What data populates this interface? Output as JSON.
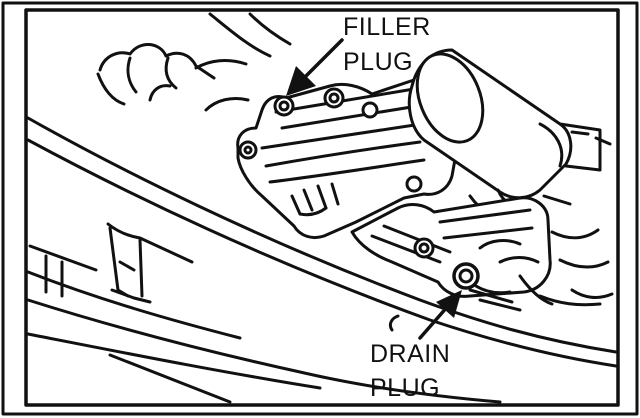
{
  "labels": {
    "filler_line1": "FILLER",
    "filler_line2": "PLUG",
    "drain_line1": "DRAIN",
    "drain_line2": "PLUG"
  },
  "colors": {
    "ink": "#111111",
    "paper": "#ffffff"
  }
}
